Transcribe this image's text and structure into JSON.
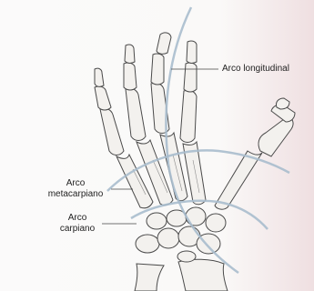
{
  "labels": {
    "longitudinal": "Arco longitudinal",
    "metacarpal": [
      "Arco",
      "metacarpiano"
    ],
    "carpal": [
      "Arco",
      "carpiano"
    ]
  },
  "colors": {
    "background": "#faf9f8",
    "bone_fill": "#f3f1ee",
    "bone_outline": "#4a4a4a",
    "arch_lines": "#a9bccd",
    "text": "#222222"
  },
  "illustration": {
    "subject": "hand-skeleton",
    "arches": [
      "longitudinal",
      "metacarpal",
      "carpal"
    ]
  }
}
